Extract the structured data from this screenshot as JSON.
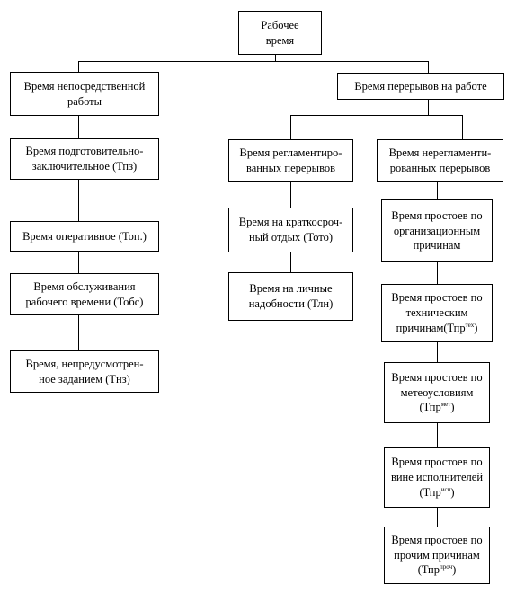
{
  "root": {
    "label": "Рабочее\nвремя"
  },
  "work": {
    "label": "Время непосредственной\nработы",
    "items": [
      {
        "label": "Время подготовительно-\nзаключительное (Тпз)"
      },
      {
        "label": "Время оперативное (Топ.)"
      },
      {
        "label": "Время обслуживания\nрабочего времени (Тобс)"
      },
      {
        "label": "Время, непредусмотрен-\nное заданием (Тнз)"
      }
    ]
  },
  "breaks": {
    "label": "Время перерывов на работе",
    "regulated": {
      "label": "Время регламентиро-\nванных  перерывов",
      "items": [
        {
          "label": "Время на краткосроч-\nный отдых (Тото)"
        },
        {
          "label": "Время на личные\nнадобности (Тлн)"
        }
      ]
    },
    "unregulated": {
      "label": "Время нерегламенти-\nрованных перерывов",
      "items": [
        {
          "label": "Время простоев по\nорганизационным\nпричинам"
        },
        {
          "label": "Время простоев по\nтехническим\nпричинам(Тпр",
          "sup": "тех",
          "tail": ")"
        },
        {
          "label": "Время простоев по\nметеоусловиям\n(Тпр",
          "sup": "мет",
          "tail": ")"
        },
        {
          "label": "Время простоев по\nвине исполнителей\n(Тпр",
          "sup": "исп",
          "tail": ")"
        },
        {
          "label": "Время простоев по\nпрочим причинам\n(Тпр",
          "sup": "проч",
          "tail": ")"
        }
      ]
    }
  }
}
